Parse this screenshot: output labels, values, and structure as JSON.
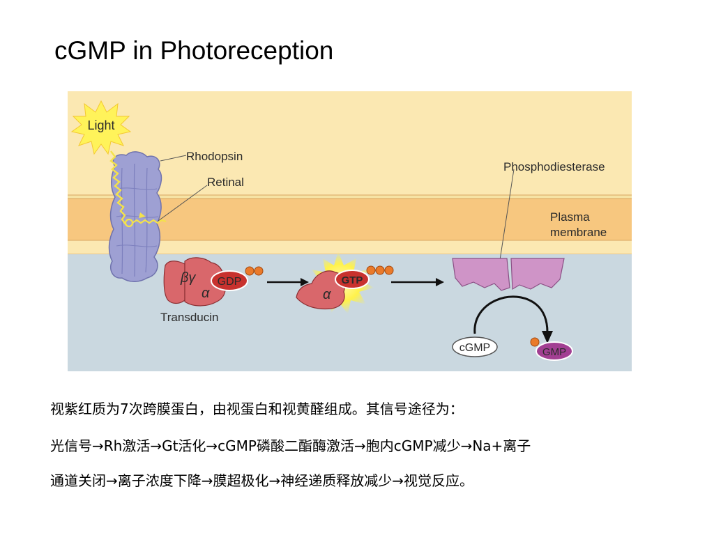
{
  "slide": {
    "title": "cGMP in Photoreception"
  },
  "diagram": {
    "labels": {
      "light": "Light",
      "rhodopsin": "Rhodopsin",
      "retinal": "Retinal",
      "phosphodiesterase": "Phosphodiesterase",
      "plasma_line1": "Plasma",
      "plasma_line2": "membrane",
      "beta_gamma": "βγ",
      "alpha_1": "α",
      "alpha_2": "α",
      "gdp": "GDP",
      "gtp": "GTP",
      "transducin": "Transducin",
      "cgmp": "cGMP",
      "gmp": "GMP"
    },
    "colors": {
      "extracellular": "#fbe8b2",
      "membrane": "#f7c77f",
      "membrane_edge": "#f6e3a4",
      "cytoplasm": "#cad8e0",
      "rhodopsin": "#9ea0d3",
      "transducin": "#d9676b",
      "gdp_gtp_fill": "#c8322e",
      "phosphate": "#ea7a2a",
      "phosphodiesterase": "#cf94c7",
      "gmp": "#a23f92",
      "glow": "#fff24a"
    }
  },
  "caption": {
    "line1": "视紫红质为7次跨膜蛋白，由视蛋白和视黄醛组成。其信号途径为：",
    "line2": "光信号→Rh激活→Gt活化→cGMP磷酸二酯酶激活→胞内cGMP减少→Na+离子",
    "line3": "通道关闭→离子浓度下降→膜超极化→神经递质释放减少→视觉反应。"
  }
}
